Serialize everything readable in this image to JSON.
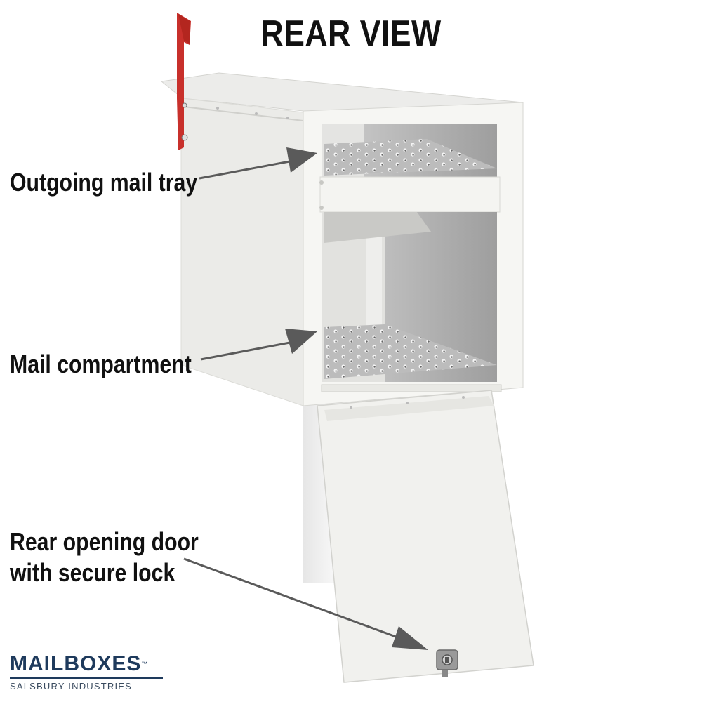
{
  "title": "REAR VIEW",
  "callouts": {
    "tray": "Outgoing mail tray",
    "compartment": "Mail compartment",
    "door_line1": "Rear opening door",
    "door_line2": "with secure lock"
  },
  "logo": {
    "main": "MAILBOXES",
    "tm": "™",
    "sub": "SALSBURY INDUSTRIES"
  },
  "colors": {
    "flag": "#c8302b",
    "arrow": "#5a5a5a",
    "brand": "#1e3a5c",
    "box": "#f2f2ef"
  }
}
